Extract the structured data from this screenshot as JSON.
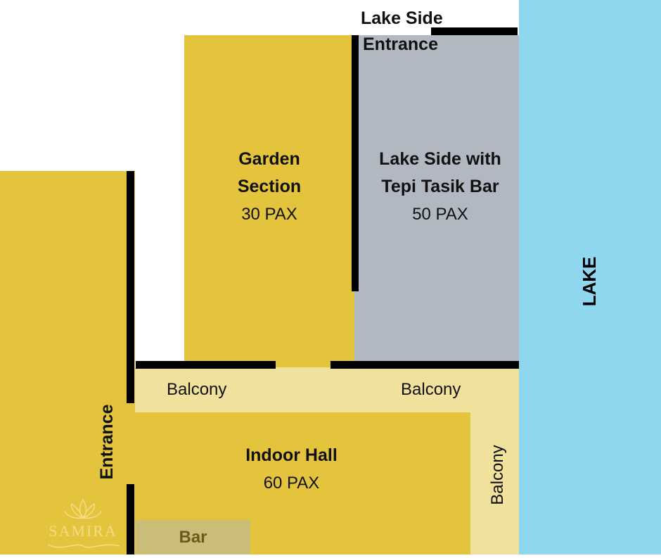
{
  "colors": {
    "section_yellow": "#e4c43c",
    "lake_side_grey": "#b2b8c2",
    "lake_blue": "#8fd7ee",
    "balcony_cream": "#f0e19c",
    "bar_olive": "#c9bd78",
    "wall_black": "#000000",
    "bar_text": "#6b5a1e"
  },
  "labels": {
    "lake_side_entrance_line1": "Lake Side",
    "lake_side_entrance_line2": "Entrance",
    "garden_title_line1": "Garden",
    "garden_title_line2": "Section",
    "garden_capacity": "30 PAX",
    "lakeside_title_line1": "Lake Side with",
    "lakeside_title_line2": "Tepi Tasik Bar",
    "lakeside_capacity": "50 PAX",
    "lake": "LAKE",
    "balcony_left": "Balcony",
    "balcony_right": "Balcony",
    "balcony_vertical": "Balcony",
    "entrance_left": "Entrance",
    "indoor_title": "Indoor Hall",
    "indoor_capacity": "60 PAX",
    "bar": "Bar",
    "logo_text": "SAMIRA"
  },
  "icons": [
    "lotus-logo-icon"
  ]
}
